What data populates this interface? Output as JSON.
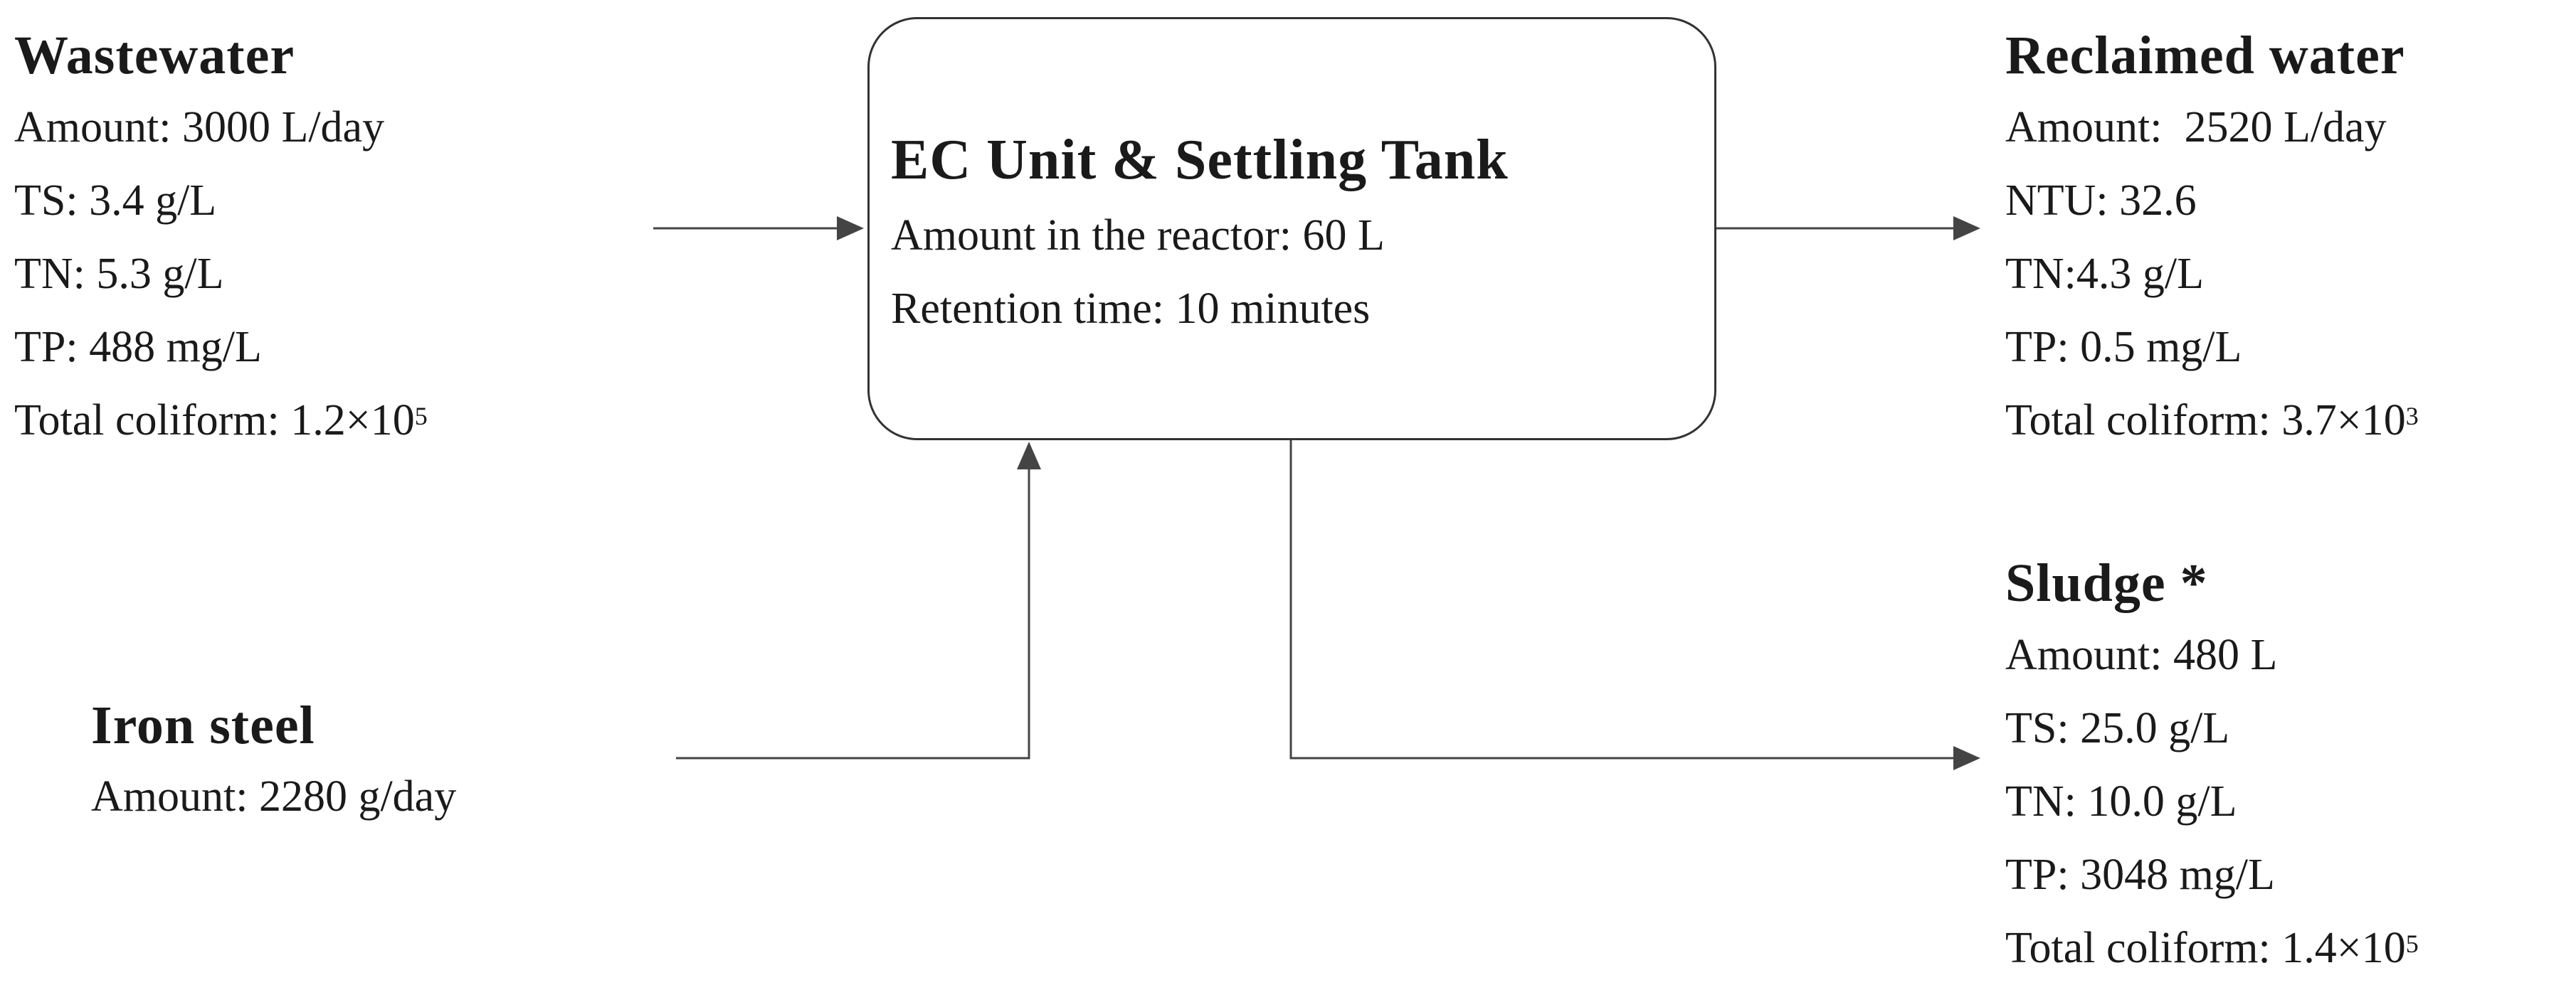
{
  "wastewater": {
    "title": "Wastewater",
    "lines": [
      "Amount: 3000 L/day",
      "TS: 3.4 g/L",
      "TN: 5.3 g/L",
      "TP: 488 mg/L"
    ],
    "coliform_label": "Total coliform: 1.2×10",
    "coliform_exp": "5"
  },
  "ec_unit": {
    "title": "EC Unit & Settling Tank",
    "lines": [
      "Amount in the reactor: 60 L",
      "Retention time: 10 minutes"
    ]
  },
  "reclaimed": {
    "title": "Reclaimed water",
    "lines": [
      "Amount:  2520 L/day",
      "NTU: 32.6",
      "TN:4.3 g/L",
      "TP: 0.5 mg/L"
    ],
    "coliform_label": "Total coliform: 3.7×10",
    "coliform_exp": "3"
  },
  "sludge": {
    "title": "Sludge *",
    "lines": [
      "Amount: 480 L",
      "TS: 25.0 g/L",
      "TN: 10.0 g/L",
      "TP: 3048 mg/L"
    ],
    "coliform_label": "Total coliform: 1.4×10",
    "coliform_exp": "5"
  },
  "iron": {
    "title": "Iron steel",
    "lines": [
      "Amount: 2280 g/day"
    ]
  },
  "colors": {
    "text": "#1a1a1a",
    "line": "#333333",
    "background": "#ffffff"
  }
}
